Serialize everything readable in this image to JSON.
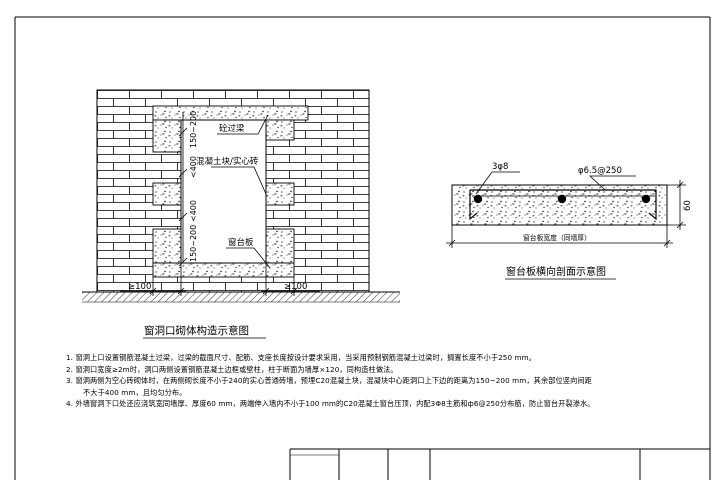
{
  "left_diagram": {
    "labels": {
      "lintel": "砼过梁",
      "concrete_block": "混凝土块/实心砖",
      "sill_plate": "窗台板",
      "dim_top": "150~200",
      "dim_mid1": "<400",
      "dim_mid2": "<400",
      "dim_bottom": "150~200",
      "width_left": "≥100",
      "width_right": "≥100"
    },
    "caption": "窗洞口砌体构造示意图"
  },
  "right_diagram": {
    "labels": {
      "main_bar": "3φ8",
      "stirrup": "φ6.5@250",
      "width_text": "窗台板宽度（同墙厚）",
      "height": "60"
    },
    "caption": "窗台板横向剖面示意图"
  },
  "notes": {
    "n1": "1.  窗洞上口设置钢筋混凝土过梁，过梁的截面尺寸、配筋、支座长度按设计要求采用，当采用预制钢筋混凝土过梁时，搁置长度不小于250 mm。",
    "n2": "2.  窗洞口宽度≥2m时，洞口两侧设置钢筋混凝土边框或壁柱，柱于断面为墙厚×120，同构造柱做法。",
    "n3a": "3.  窗洞两侧为空心砖砌体时，在两侧砌长度不小于240的实心普通砖墙，预埋C20混凝土块，混凝块中心距洞口上下边的距离为150~200 mm，其余部位竖向间距",
    "n3b": "不大于400 mm，且均匀分布。",
    "n4": "4.  外墙窗洞下口处还应浇筑宽同墙厚、厚度60 mm，两端伸入墙内不小于100 mm的C20混凝土窗台压顶，内配3Φ8主筋和ф6@250分布筋，防止窗台开裂渗水。"
  }
}
